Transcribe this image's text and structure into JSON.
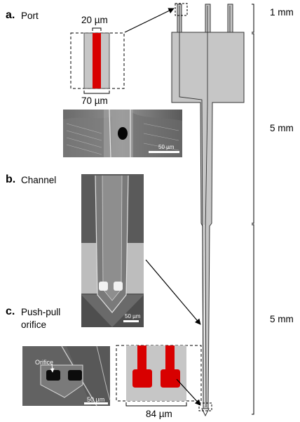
{
  "panels": {
    "a": {
      "letter": "a.",
      "title": "Port",
      "width_top": "20 µm",
      "width_bottom": "70 µm",
      "scalebar": "50 µm"
    },
    "b": {
      "letter": "b.",
      "title": "Channel",
      "scalebar": "50 µm"
    },
    "c": {
      "letter": "c.",
      "title_line1": "Push-pull",
      "title_line2": "orifice",
      "orifice_label": "Orifice",
      "scalebar": "50 µm",
      "width": "84 µm"
    }
  },
  "device_dims": {
    "top": "1 mm",
    "middle": "5 mm",
    "bottom": "5 mm"
  },
  "colors": {
    "device_fill": "#c6c6c6",
    "channel_red": "#d80000",
    "sem_dark": "#4a4a4a"
  }
}
